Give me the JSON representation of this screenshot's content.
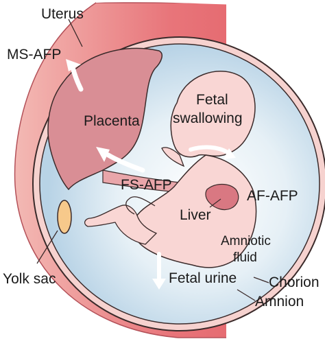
{
  "labels": {
    "uterus": "Uterus",
    "ms_afp": "MS-AFP",
    "placenta": "Placenta",
    "fetal_swallowing_line1": "Fetal",
    "fetal_swallowing_line2": "swallowing",
    "fs_afp": "FS-AFP",
    "af_afp": "AF-AFP",
    "liver": "Liver",
    "amniotic_fluid_line1": "Amniotic",
    "amniotic_fluid_line2": "fluid",
    "yolk_sac": "Yolk sac",
    "fetal_urine": "Fetal urine",
    "chorion": "Chorion",
    "amnion": "Amnion"
  },
  "colors": {
    "uterus_wall": "#e8757a",
    "uterus_inner": "#f6c9c4",
    "placenta": "#d98e95",
    "amniotic_fluid": "#cfe3ef",
    "fetus": "#f9d6d4",
    "liver": "#d97882",
    "yolk_sac": "#f7c98b",
    "arrow": "#ffffff",
    "outline": "#3a2a2a"
  }
}
